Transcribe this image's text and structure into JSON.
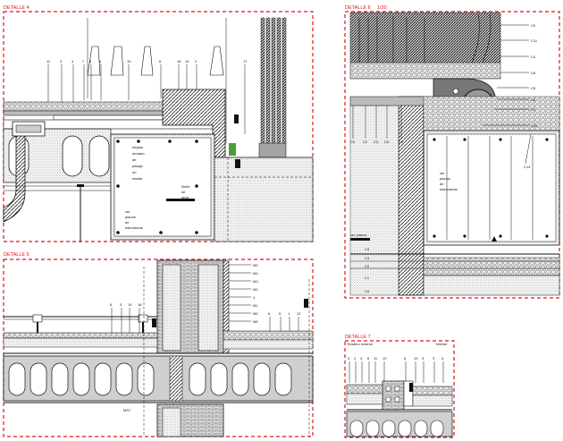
{
  "details": {
    "d4": {
      "title": "DETALLE 4",
      "callouts": [
        "11",
        "3",
        "4",
        "7",
        "8",
        "5",
        "10",
        "6",
        "18",
        "19",
        "2",
        "17"
      ],
      "notes": [
        "forjado",
        "armado",
        "de",
        "pasaje",
        "ón",
        "similar"
      ],
      "note_limit": [
        "límite",
        "de",
        "obra"
      ],
      "note_ref": [
        "ver",
        "planos",
        "de",
        "estructuras"
      ]
    },
    "d5": {
      "title": "DETALLE 5",
      "callouts_right": [
        "M5",
        "M4",
        "M3",
        "M2",
        "4",
        "M1",
        "M6",
        "M8"
      ],
      "callouts_top": [
        "6",
        "3",
        "15",
        "18",
        "6",
        "5",
        "1",
        "12"
      ],
      "bottom_label": "MS7"
    },
    "d6": {
      "title": "DETALLE 6",
      "scale": "1/20",
      "callouts_right": [
        "C9",
        "C11",
        "C4",
        "C8",
        "C5",
        "C6",
        "C7",
        "C15"
      ],
      "callouts_bottom": [
        "C6",
        "C2",
        "C3",
        "C4",
        "C5"
      ],
      "callout_mid": "C14",
      "note_ref": [
        "ver",
        "planos",
        "de",
        "estructuras"
      ],
      "note_left": "ver planos",
      "callouts_left": [
        "C4",
        "C3",
        "C2",
        "C1",
        "C0"
      ]
    },
    "d7": {
      "title": "DETALLE 7",
      "left_label": "Tiradero exterior",
      "right_label": "Interior",
      "callouts": [
        "3",
        "2",
        "3",
        "6",
        "11",
        "10",
        "8",
        "19",
        "9",
        "3",
        "4"
      ]
    }
  },
  "colors": {
    "frame": "#e0141c",
    "ink": "#111111",
    "hatch": "#555555"
  }
}
